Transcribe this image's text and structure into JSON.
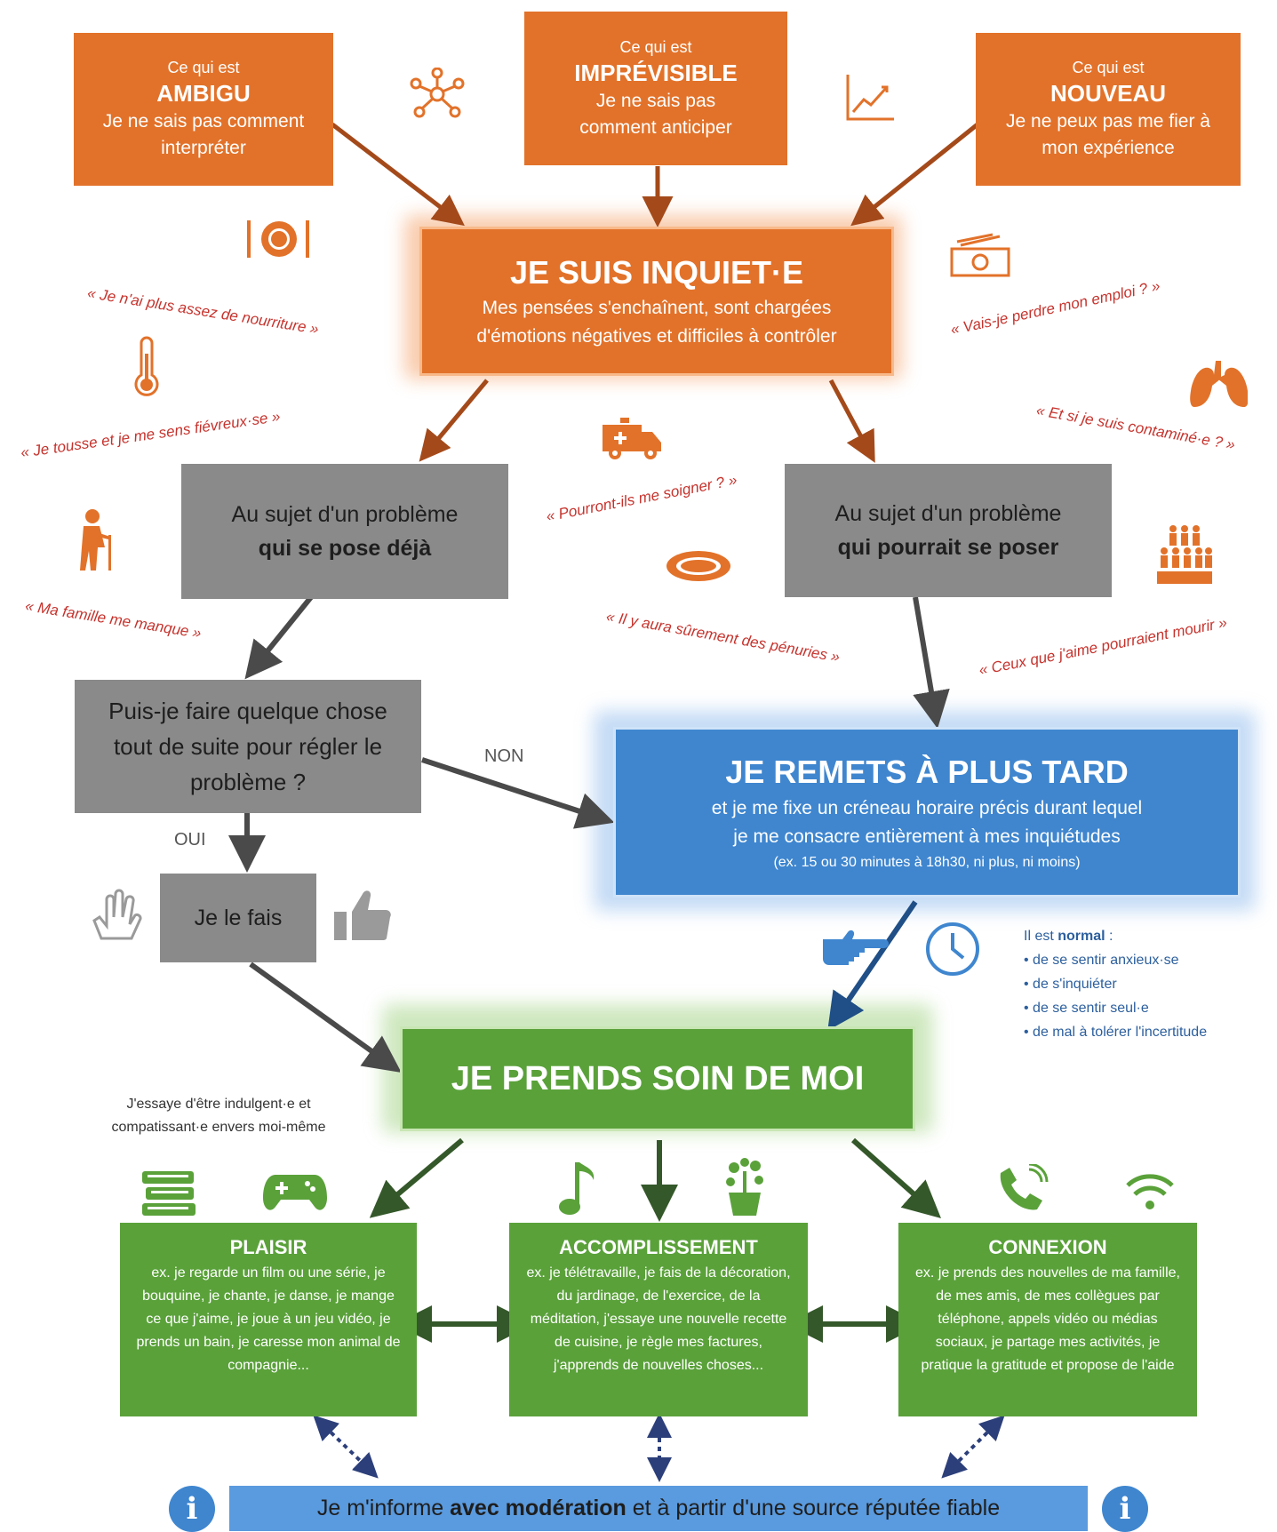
{
  "top_boxes": [
    {
      "intro": "Ce qui est",
      "keyword": "AMBIGU",
      "desc": "Je ne sais pas comment interpréter"
    },
    {
      "intro": "Ce qui est",
      "keyword": "IMPRÉVISIBLE",
      "desc": "Je ne sais pas comment anticiper"
    },
    {
      "intro": "Ce qui est",
      "keyword": "NOUVEAU",
      "desc": "Je ne peux pas me fier à mon expérience"
    }
  ],
  "central": {
    "title": "JE SUIS INQUIET·E",
    "line1": "Mes pensées s'enchaînent, sont chargées",
    "line2": "d'émotions négatives et difficiles à contrôler"
  },
  "quotes": [
    "« Je n'ai plus assez de nourriture »",
    "« Vais-je perdre mon emploi ? »",
    "« Je tousse et je me sens fiévreux·se »",
    "« Et si je suis contaminé·e ? »",
    "« Pourront-ils me soigner ? »",
    "« Ma famille me manque »",
    "« Il y aura sûrement des pénuries »",
    "« Ceux que j'aime pourraient mourir »"
  ],
  "problem_now": {
    "line1": "Au sujet d'un problème",
    "line2": "qui se pose déjà"
  },
  "problem_future": {
    "line1": "Au sujet d'un problème",
    "line2": "qui pourrait se poser"
  },
  "question": {
    "text": "Puis-je faire quelque chose tout de suite pour régler le problème ?"
  },
  "labels": {
    "no": "NON",
    "yes": "OUI"
  },
  "do_it": {
    "text": "Je le fais"
  },
  "postpone": {
    "title": "JE REMETS À PLUS TARD",
    "line1": "et je me fixe un créneau horaire précis durant lequel",
    "line2": "je me consacre entièrement à mes inquiétudes",
    "example": "(ex. 15 ou 30 minutes à 18h30, ni plus, ni moins)"
  },
  "normal": {
    "intro": "Il est",
    "intro_bold": "normal",
    "intro_end": " :",
    "items": [
      "de se sentir anxieux·se",
      "de s'inquiéter",
      "de se sentir seul·e",
      "de mal à tolérer l'incertitude"
    ]
  },
  "care": {
    "title": "JE PRENDS SOIN DE MOI"
  },
  "indulgent": {
    "line1": "J'essaye d'être indulgent·e et",
    "line2": "compatissant·e envers moi-même"
  },
  "activities": [
    {
      "title": "PLAISIR",
      "text": "ex. je regarde un film ou une série, je bouquine, je chante, je danse, je mange ce que j'aime, je joue à un jeu vidéo, je prends un bain, je caresse mon animal de compagnie..."
    },
    {
      "title": "ACCOMPLISSEMENT",
      "text": "ex. je télétravaille, je fais de la décoration, du jardinage, de l'exercice, de la méditation, j'essaye une nouvelle recette de cuisine, je règle mes factures, j'apprends de nouvelles choses..."
    },
    {
      "title": "CONNEXION",
      "text": "ex. je prends des nouvelles de ma famille, de mes amis, de mes collègues par téléphone, appels vidéo ou médias sociaux, je partage mes activités, je pratique la gratitude et propose de l'aide"
    }
  ],
  "info": {
    "before": "Je m'informe ",
    "bold": "avec modération",
    "after": " et à partir d'une source réputée fiable",
    "icon": "info-icon"
  },
  "colors": {
    "orange": "#e2722a",
    "grey": "#8a8a8a",
    "green": "#5aa13a",
    "blue": "#3f86cf",
    "quote_red": "#c6332d"
  }
}
